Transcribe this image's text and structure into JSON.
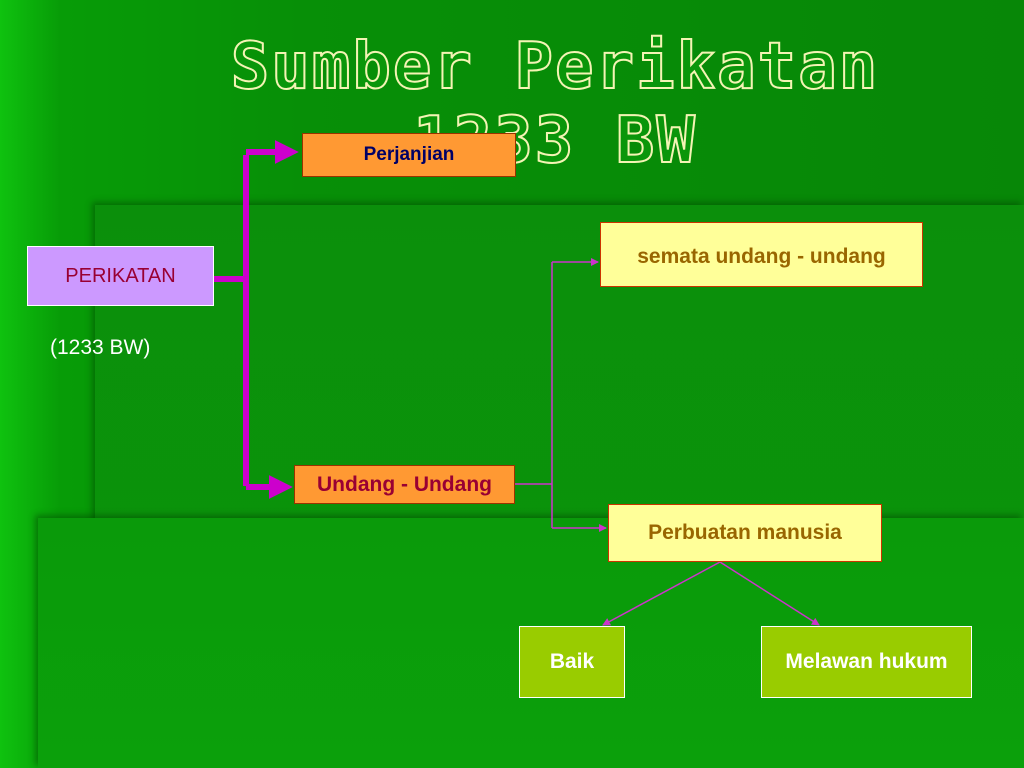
{
  "title": "Sumber Perikatan 1233 BW",
  "nodes": {
    "perikatan": "PERIKATAN",
    "perikatan_note": "(1233 BW)",
    "perjanjian": "Perjanjian",
    "undang_undang": "Undang - Undang",
    "semata": "semata undang - undang",
    "perbuatan": "Perbuatan manusia",
    "baik": "Baik",
    "melawan": "Melawan hukum"
  },
  "colors": {
    "background": "#0b9a0b",
    "thick_connector": "#cc00cc",
    "thin_connector": "#cc33cc",
    "orange_box": "#ff9933",
    "yellow_box": "#ffff99",
    "lime_box": "#99cc00",
    "violet_box": "#cc99ff"
  }
}
